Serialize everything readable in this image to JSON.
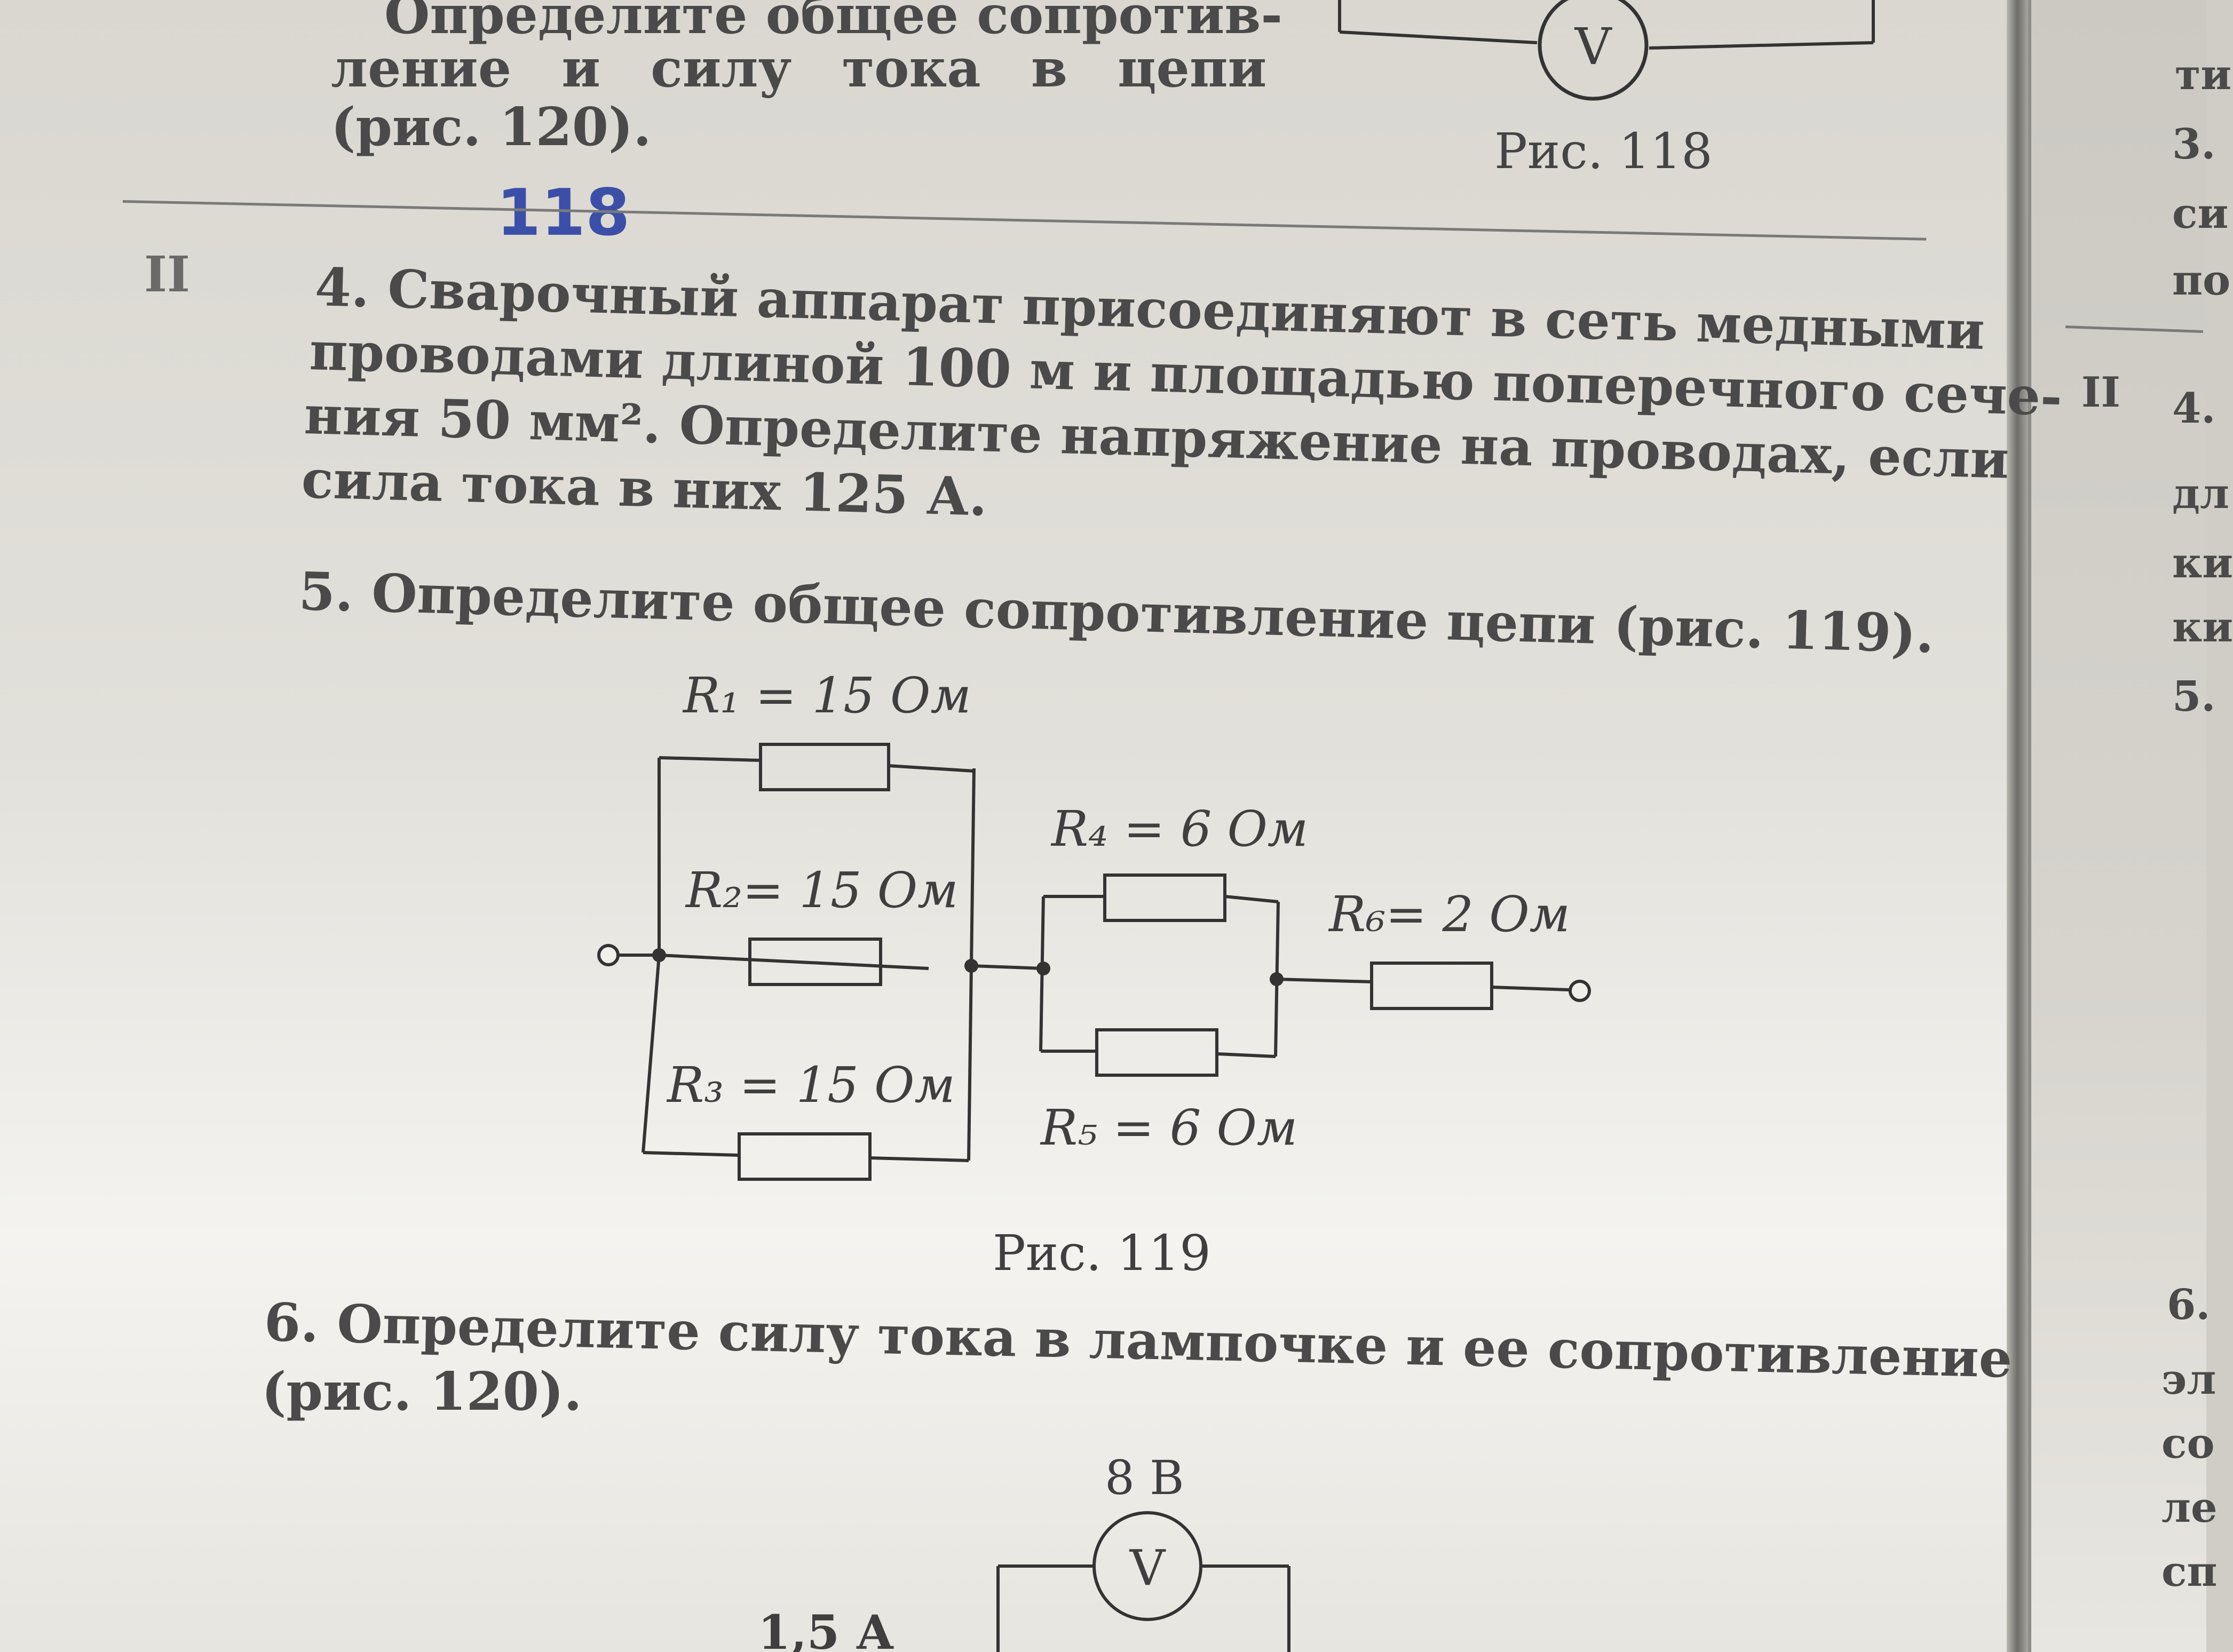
{
  "top": {
    "line1": "Определите общее сопротив-",
    "line2": "ление и силу тока в цепи",
    "line3": "(рис. 120).",
    "handwritten": "118",
    "fig118_caption": "Рис. 118",
    "voltmeter_label": "V"
  },
  "level_mark": "II",
  "problem4": {
    "line1": "4. Сварочный аппарат присоединяют в сеть медными",
    "line2": "проводами длиной 100 м и площадью поперечного сече-",
    "line3": "ния 50 мм². Определите напряжение на проводах, если",
    "line4": "сила тока в них 125 А."
  },
  "problem5": {
    "text": "5. Определите общее сопротивление цепи (рис. 119)."
  },
  "circuit119": {
    "r1": "R₁ = 15 Ом",
    "r2": "R₂= 15 Ом",
    "r3": "R₃ = 15 Ом",
    "r4": "R₄ = 6 Ом",
    "r5": "R₅ = 6 Ом",
    "r6": "R₆= 2 Ом",
    "caption": "Рис. 119"
  },
  "problem6": {
    "line1": "6. Определите силу тока в лампочке и ее сопротивление",
    "line2": "(рис. 120)."
  },
  "fig120": {
    "voltage": "8 В",
    "voltmeter_label": "V",
    "current": "1,5 А"
  },
  "right_page": {
    "frag1": "ти",
    "frag2": "3.",
    "frag3": "си",
    "frag4": "по",
    "frag5": "II",
    "frag6": "4.",
    "frag7": "дл",
    "frag8": "ки",
    "frag9": "ки",
    "frag10": "5.",
    "frag11": "6.",
    "frag12": "эл",
    "frag13": "со",
    "frag14": "ле",
    "frag15": "сп"
  }
}
